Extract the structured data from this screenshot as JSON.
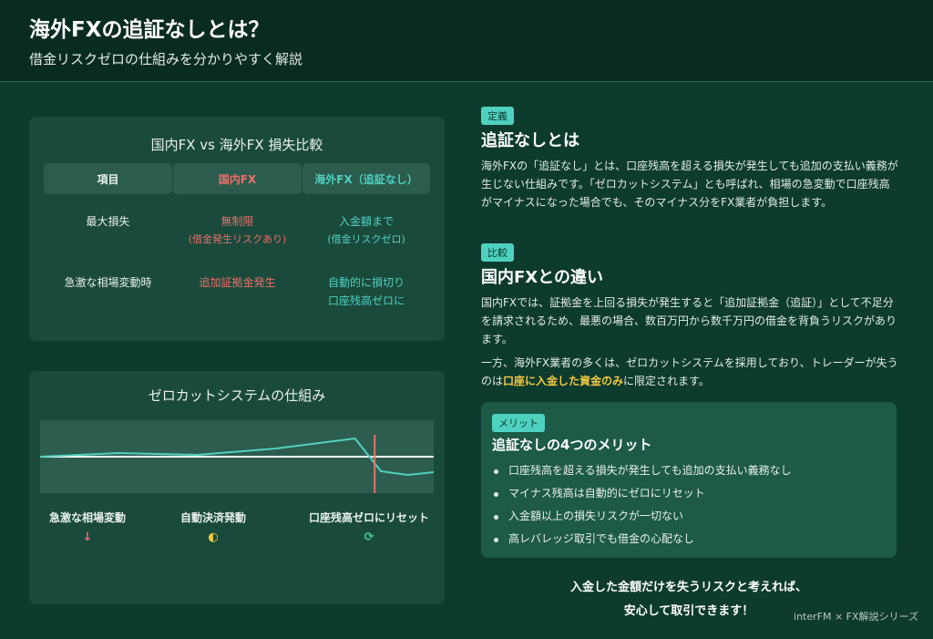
{
  "header": {
    "title": "海外FXの追証なしとは？",
    "subtitle": "借金リスクゼロの仕組みを分かりやすく解説"
  },
  "comparison": {
    "title": "国内FX vs 海外FX 損失比較",
    "headers": [
      "項目",
      "国内FX",
      "海外FX（追証なし）"
    ],
    "rows": [
      {
        "item": "最大損失",
        "domestic": "無制限",
        "domestic_note": "(借金発生リスクあり)",
        "overseas": "入金額まで",
        "overseas_note": "(借金リスクゼロ)"
      },
      {
        "item": "急激な相場変動時",
        "domestic": "追加証拠金発生",
        "overseas": "自動的に損切り",
        "overseas_line2": "口座残高ゼロに"
      }
    ]
  },
  "zerocut": {
    "title": "ゼロカットシステムの仕組み",
    "steps": [
      {
        "label": "急激な相場変動",
        "icon": "arrow-down-icon",
        "glyph": "↓",
        "color": "#e8706a"
      },
      {
        "label": "自動決済発動",
        "icon": "shield-icon",
        "glyph": "◐",
        "color": "#f5c842"
      },
      {
        "label": "口座残高ゼロにリセット",
        "icon": "refresh-icon",
        "glyph": "⟳",
        "color": "#3fcf8e"
      }
    ]
  },
  "chart_data": {
    "type": "line",
    "series": [
      {
        "name": "balance",
        "x": [
          0,
          1,
          2,
          3,
          4,
          4.33,
          4.67,
          5
        ],
        "values": [
          0,
          4,
          2,
          9,
          20,
          -16,
          -20,
          -17
        ]
      }
    ],
    "zero_line": 0,
    "cut_marker_x": 4.25,
    "xlim": [
      0,
      5
    ],
    "ylim": [
      -40,
      40
    ],
    "line_color": "#4fd1c0",
    "marker_color": "#e8706a"
  },
  "definition": {
    "tag": "定義",
    "heading": "追証なしとは",
    "body": "海外FXの「追証なし」とは、口座残高を超える損失が発生しても追加の支払い義務が生じない仕組みです。「ゼロカットシステム」とも呼ばれ、相場の急変動で口座残高がマイナスになった場合でも、そのマイナス分をFX業者が負担します。"
  },
  "difference": {
    "tag": "比較",
    "heading": "国内FXとの違い",
    "body1": "国内FXでは、証拠金を上回る損失が発生すると「追加証拠金（追証）」として不足分を請求されるため、最悪の場合、数百万円から数千万円の借金を背負うリスクがあります。",
    "body2_pre": "一方、海外FX業者の多くは、ゼロカットシステムを採用しており、トレーダーが失うのは",
    "body2_highlight": "口座に入金した資金のみ",
    "body2_post": "に限定されます。"
  },
  "merits": {
    "tag": "メリット",
    "heading": "追証なしの4つのメリット",
    "items": [
      "口座残高を超える損失が発生しても追加の支払い義務なし",
      "マイナス残高は自動的にゼロにリセット",
      "入金額以上の損失リスクが一切ない",
      "高レバレッジ取引でも借金の心配なし"
    ]
  },
  "conclusion": {
    "line1": "入金した金額だけを失うリスクと考えれば、",
    "line2": "安心して取引できます！"
  },
  "footer": {
    "credit": "interFM × FX解説シリーズ"
  }
}
